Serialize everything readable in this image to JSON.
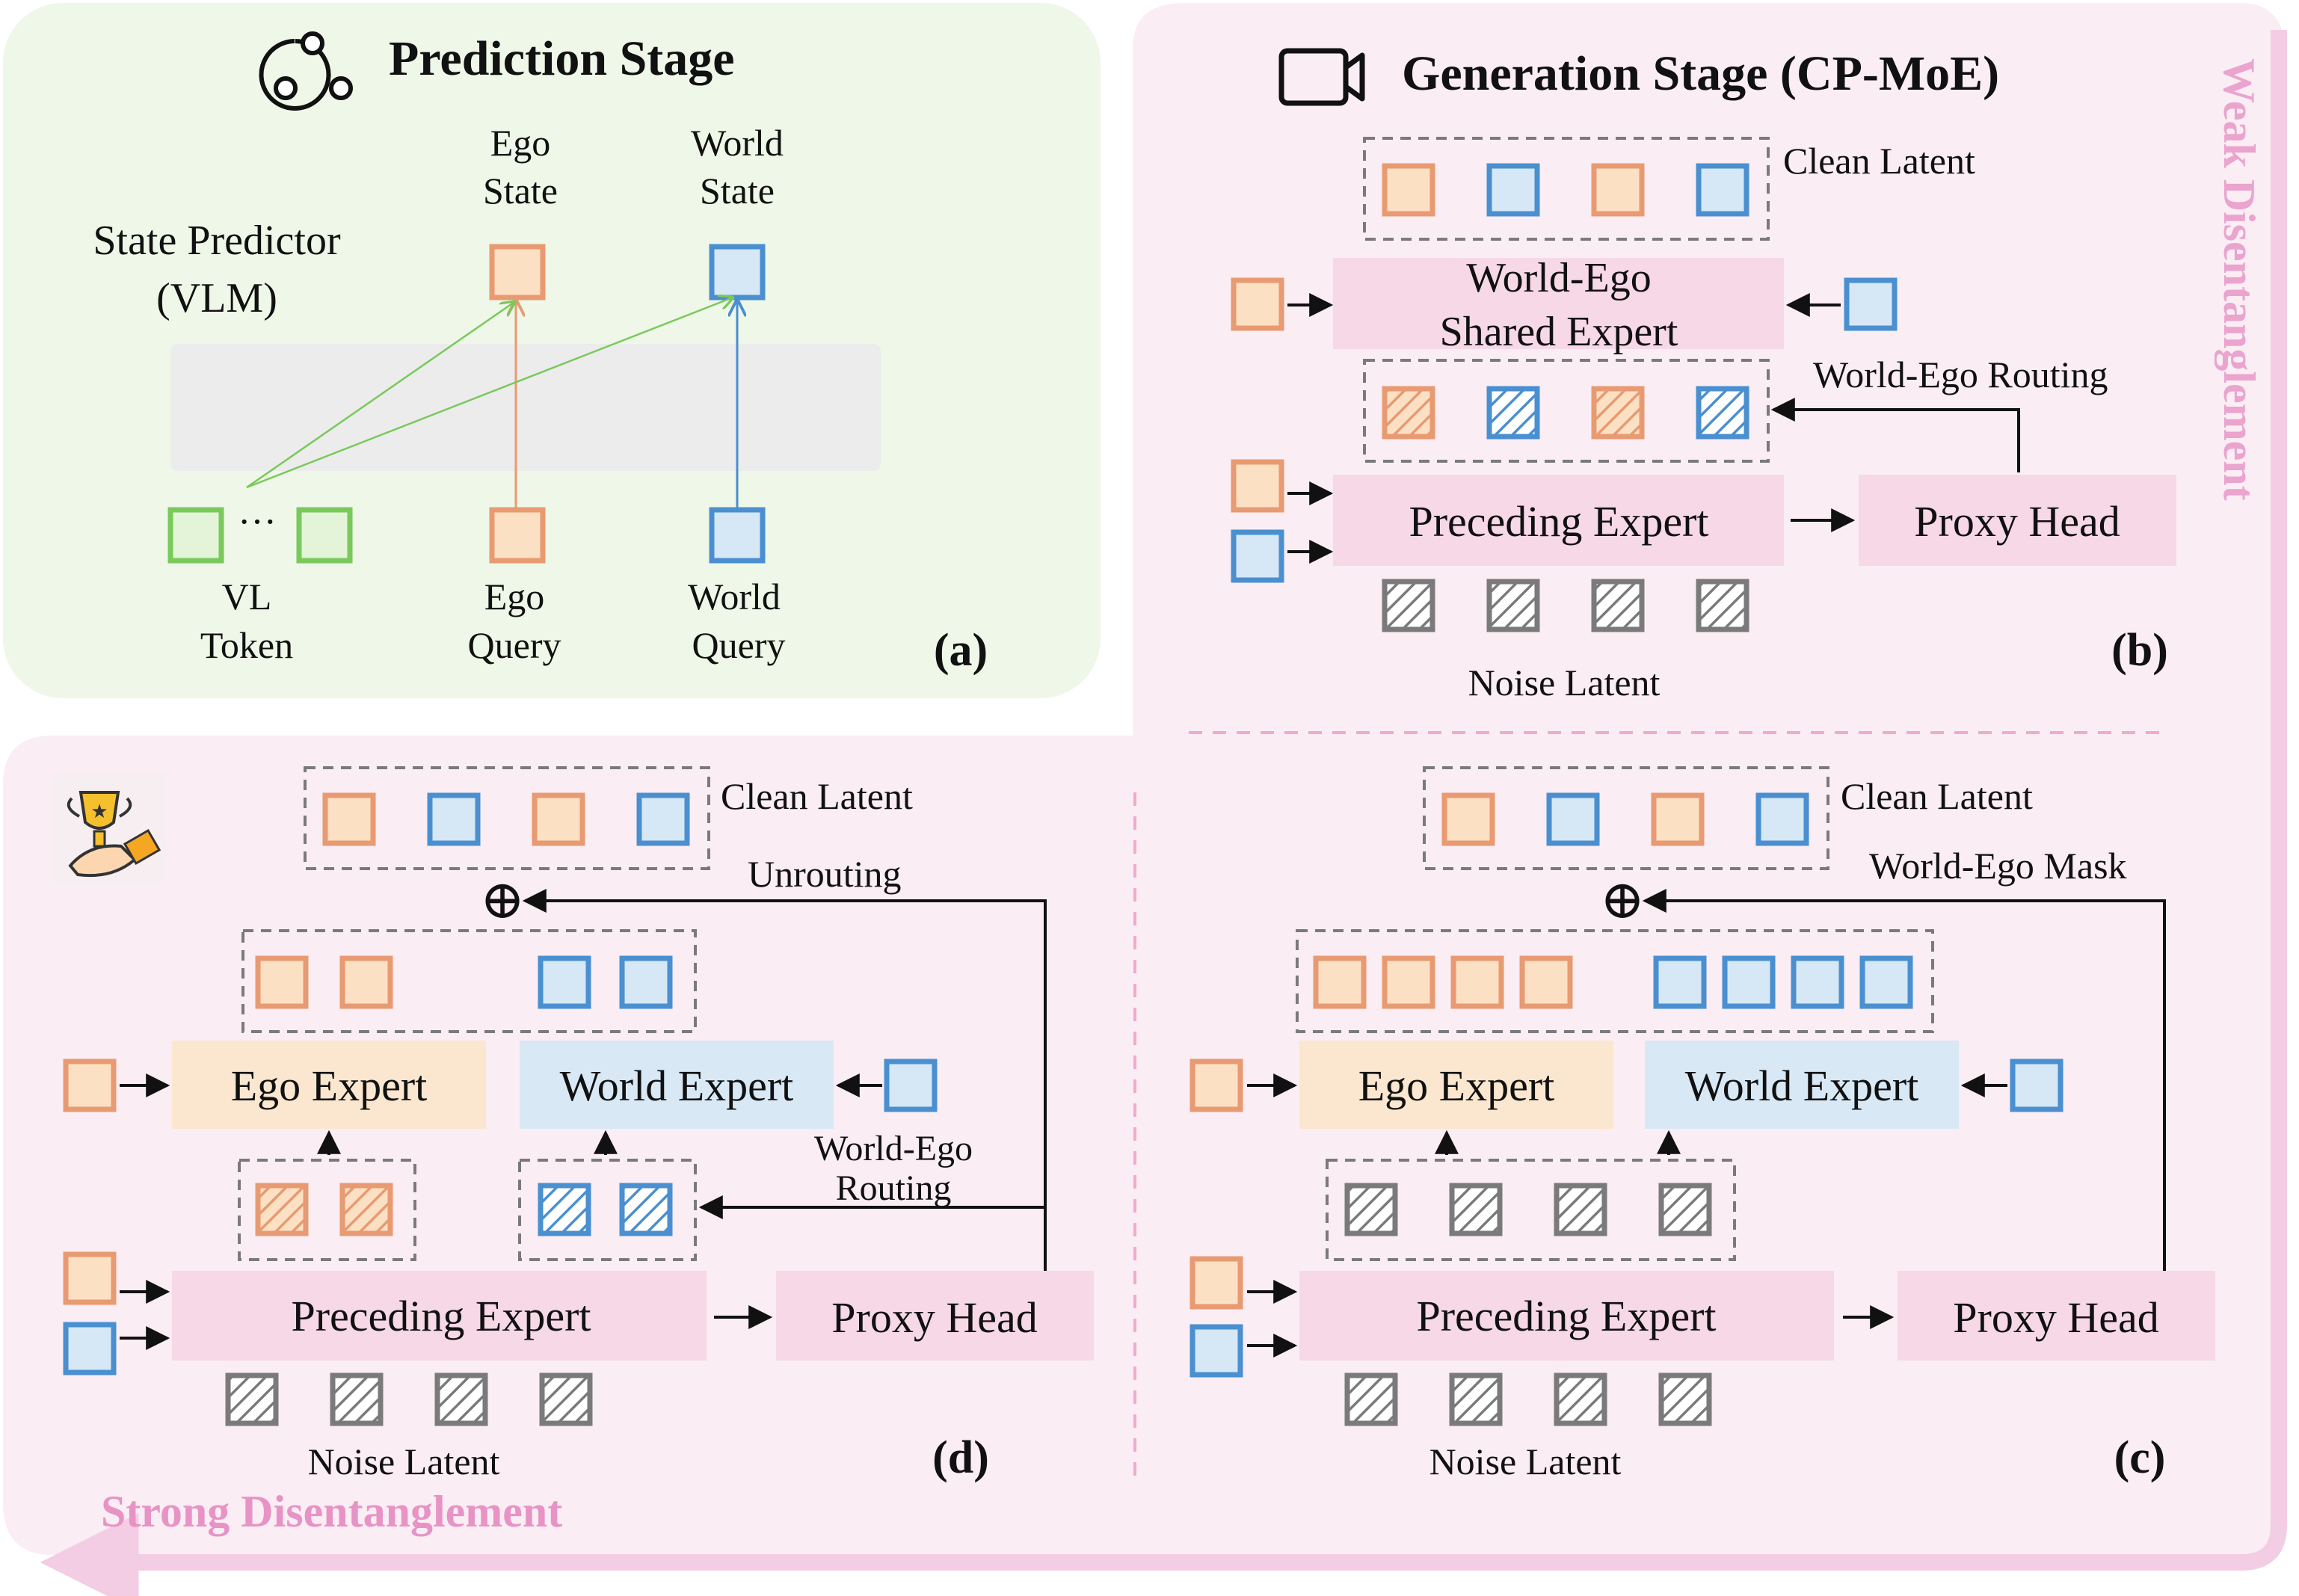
{
  "colors": {
    "ego_fill": "#fbe0c3",
    "ego_stroke": "#e89a72",
    "world_fill": "#d6e7f5",
    "world_stroke": "#4a8fd0",
    "vl_fill": "#e3f4d8",
    "vl_stroke": "#79c95b",
    "noise_stroke": "#7a7a7a",
    "prediction_bg": "#eef7e8",
    "generation_bg": "#faedf3",
    "pink_box": "#f7d8e6",
    "ego_expert_bg": "#fbe7cf",
    "world_expert_bg": "#d8e8f5",
    "accent_pink": "#e793c6"
  },
  "panel_a": {
    "title": "Prediction Stage",
    "title_icon": "ai-network-icon",
    "state_predictor": [
      "State Predictor",
      "(VLM)"
    ],
    "ego_state": [
      "Ego",
      "State"
    ],
    "world_state": [
      "World",
      "State"
    ],
    "vl_token": [
      "VL",
      "Token"
    ],
    "ego_query": [
      "Ego",
      "Query"
    ],
    "world_query": [
      "World",
      "Query"
    ],
    "ellipsis": "···",
    "tag": "(a)"
  },
  "panel_b": {
    "title": "Generation Stage (CP-MoE)",
    "title_icon": "video-camera-icon",
    "clean_latent": "Clean Latent",
    "shared_expert": [
      "World-Ego",
      "Shared Expert"
    ],
    "routing": "World-Ego Routing",
    "preceding_expert": "Preceding Expert",
    "proxy_head": "Proxy Head",
    "noise_latent": "Noise Latent",
    "tag": "(b)"
  },
  "panel_c": {
    "clean_latent": "Clean Latent",
    "mask": "World-Ego Mask",
    "ego_expert": "Ego Expert",
    "world_expert": "World Expert",
    "preceding_expert": "Preceding Expert",
    "proxy_head": "Proxy Head",
    "noise_latent": "Noise Latent",
    "plus": "⊕",
    "tag": "(c)"
  },
  "panel_d": {
    "icon": "trophy-icon",
    "clean_latent": "Clean Latent",
    "unrouting": "Unrouting",
    "ego_expert": "Ego Expert",
    "world_expert": "World Expert",
    "routing": [
      "World-Ego",
      "Routing"
    ],
    "preceding_expert": "Preceding Expert",
    "proxy_head": "Proxy Head",
    "noise_latent": "Noise Latent",
    "plus": "⊕",
    "tag": "(d)"
  },
  "weak_label": "Weak Disentanglement",
  "strong_label": "Strong Disentanglement"
}
